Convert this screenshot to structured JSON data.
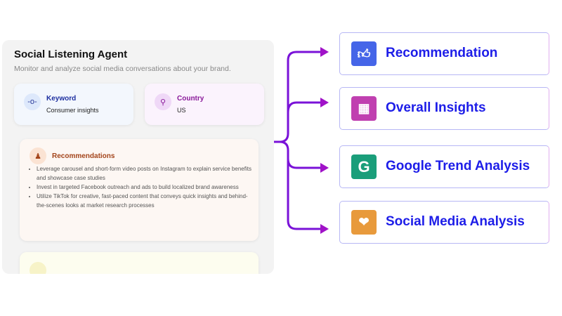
{
  "agent": {
    "title": "Social Listening Agent",
    "subtitle": "Monitor and analyze social media conversations about your brand.",
    "keyword": {
      "label": "Keyword",
      "value": "Consumer insights"
    },
    "country": {
      "label": "Country",
      "value": "US"
    },
    "recommendations": {
      "title": "Recommendations",
      "items": [
        "Leverage carousel and short-form video posts on Instagram to explain service benefits and showcase case studies",
        "Invest in targeted Facebook outreach and ads to build localized brand awareness",
        "Utilize TikTok for creative, fast-paced content that conveys quick insights and behind-the-scenes looks at market research processes"
      ]
    }
  },
  "outputs": [
    {
      "label": "Recommendation",
      "icon": "thumbs-up-icon",
      "color": "#4565e8"
    },
    {
      "label": "Overall Insights",
      "icon": "bar-chart-icon",
      "color": "#c040b0"
    },
    {
      "label": "Google Trend Analysis",
      "icon": "google-g-icon",
      "color": "#1a9e7a"
    },
    {
      "label": "Social Media Analysis",
      "icon": "megaphone-icon",
      "color": "#e89a3c"
    }
  ],
  "colors": {
    "arrow": "#7a12d8",
    "text": "#1d1de8"
  }
}
